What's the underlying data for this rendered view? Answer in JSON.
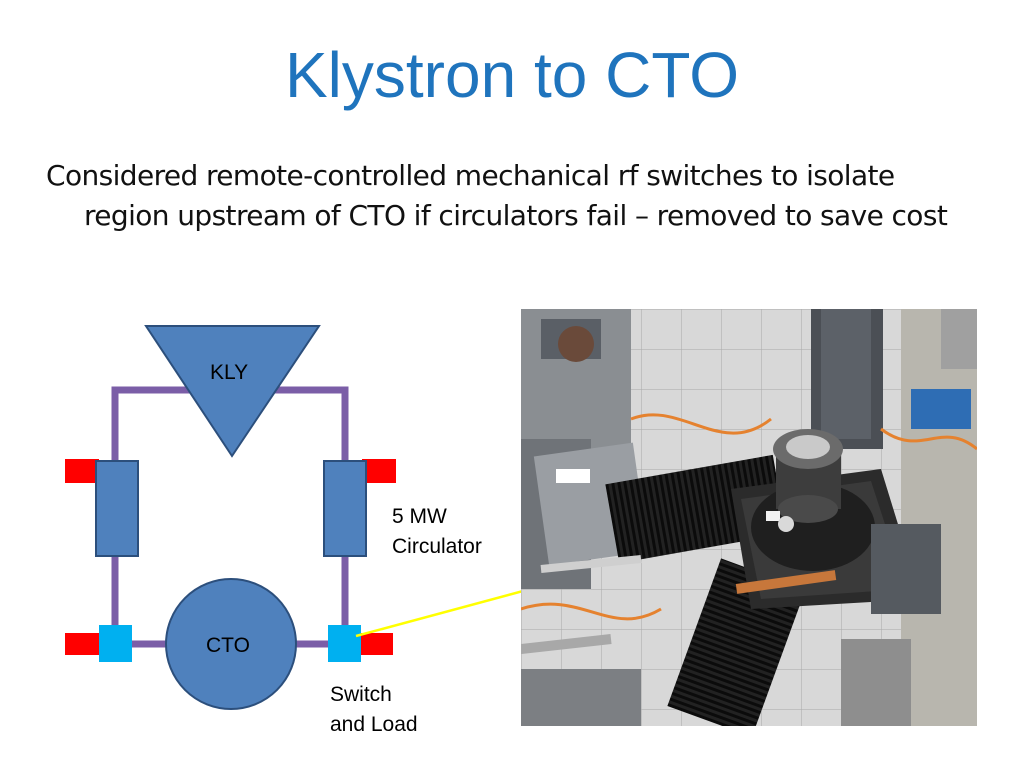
{
  "slide": {
    "title": "Klystron to CTO",
    "bullet_line1": "Considered remote-controlled mechanical rf switches to isolate",
    "bullet_line2": "region upstream of CTO if circulators fail – removed to save cost"
  },
  "diagram": {
    "klystron_label": "KLY",
    "cto_label": "CTO",
    "circulator_label_line1": "5 MW",
    "circulator_label_line2": "Circulator",
    "switch_label_line1": "Switch",
    "switch_label_line2": "and Load"
  },
  "colors": {
    "title": "#1f74bd",
    "waveguide": "#7b5ea7",
    "component_fill": "#4f81bd",
    "component_stroke": "#2c4f7c",
    "switch": "#00b0f0",
    "load": "#ff0000",
    "pointer": "#ffff00"
  },
  "photo": {
    "icons": [
      "circulator-photo"
    ]
  }
}
